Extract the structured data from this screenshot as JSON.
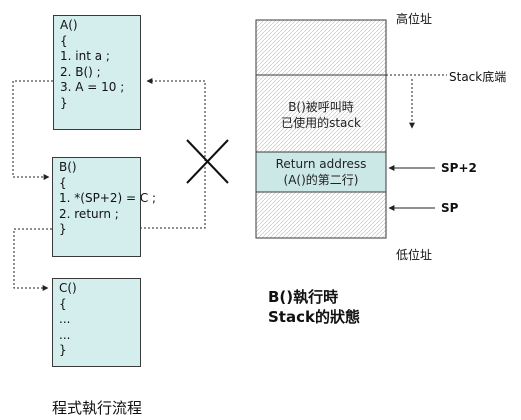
{
  "functions": [
    {
      "id": "A",
      "lines": [
        "A()",
        "{",
        "1.  int a ;",
        "2.  B() ;",
        "3.  A = 10 ;",
        "}"
      ]
    },
    {
      "id": "B",
      "lines": [
        "B()",
        "{",
        "1. *(SP+2) = C ;",
        "2.  return ;",
        "}"
      ]
    },
    {
      "id": "C",
      "lines": [
        "C()",
        "{",
        "...",
        "...",
        "}"
      ]
    }
  ],
  "stack": {
    "high_address_label": "高位址",
    "low_address_label": "低位址",
    "bottom_label": "Stack底端",
    "used_region": [
      "B()被呼叫時",
      "已使用的stack"
    ],
    "return_region": [
      "Return address",
      "(A()的第二行)"
    ],
    "sp2_label": "SP+2",
    "sp_label": "SP"
  },
  "captions": {
    "left": "程式執行流程",
    "right_line1": "B()執行時",
    "right_line2": "Stack的狀態"
  },
  "colors": {
    "box_fill": "#d4eeed",
    "return_fill": "#cce8e6",
    "border": "#3a3a3a",
    "stroke": "#222222",
    "hatch": "#bdbdbd"
  }
}
